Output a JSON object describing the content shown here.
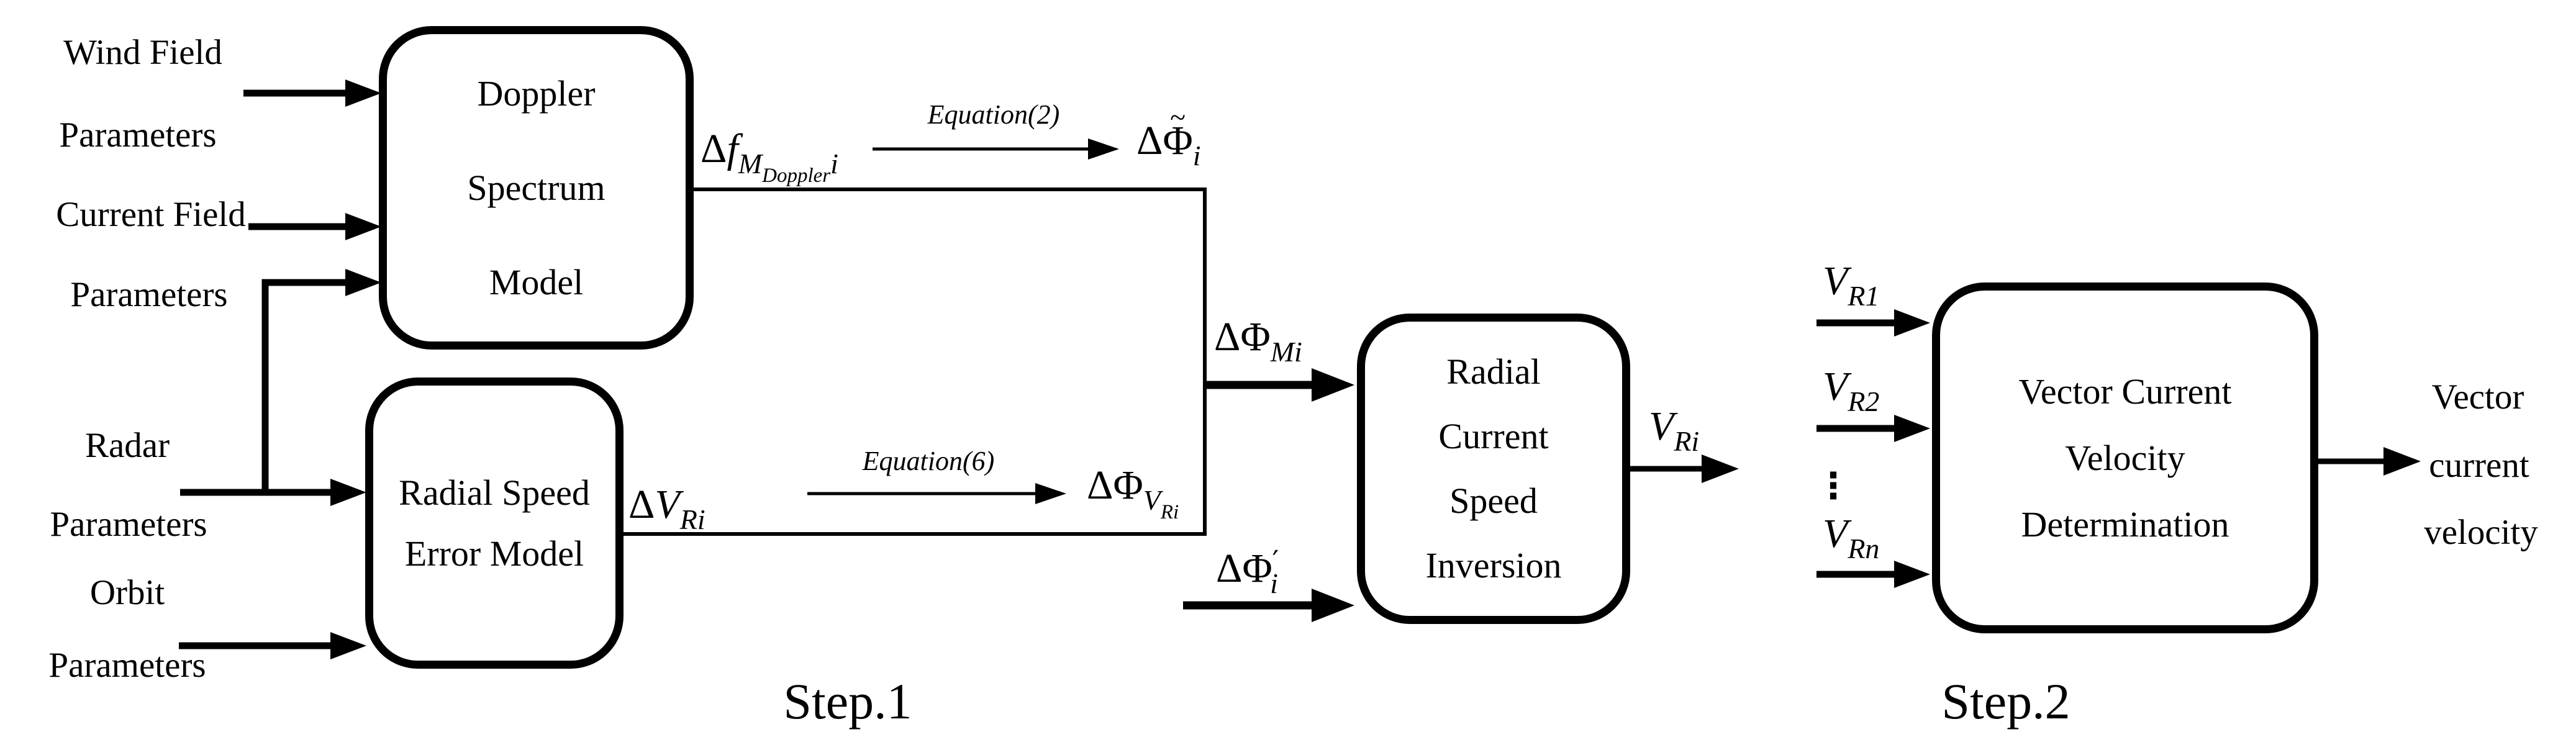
{
  "labels": {
    "wind": {
      "line1": "Wind Field",
      "line2": "Parameters"
    },
    "current": {
      "line1": "Current Field",
      "line2": "Parameters"
    },
    "radar": {
      "line1": "Radar",
      "line2": "Parameters"
    },
    "orbit": {
      "line1": "Orbit",
      "line2": "Parameters"
    }
  },
  "boxes": {
    "doppler": {
      "lines": [
        "Doppler",
        "Spectrum",
        "Model"
      ]
    },
    "radial_error": {
      "lines": [
        "Radial Speed",
        "Error Model"
      ]
    },
    "inversion": {
      "lines": [
        "Radial",
        "Current",
        "Speed",
        "Inversion"
      ]
    },
    "vector": {
      "lines": [
        "Vector Current",
        "Velocity",
        "Determination"
      ]
    }
  },
  "math": {
    "eq2_label": "Equation(2)",
    "eq6_label": "Equation(6)",
    "delta_f": {
      "d": "Δ",
      "f": "f",
      "m": "M",
      "dop": "Doppler",
      "i": "i"
    },
    "phi_tilde": {
      "d": "Δ",
      "phi": "Φ",
      "tilde": "~",
      "i": "i"
    },
    "dv": {
      "d": "Δ",
      "v": "V",
      "sub": "Ri"
    },
    "phi_v": {
      "d": "Δ",
      "phi": "Φ",
      "sub": "V",
      "subsub": "Ri"
    },
    "phi_m": {
      "d": "Δ",
      "phi": "Φ",
      "sub": "Mi"
    },
    "phi_prime": {
      "d": "Δ",
      "phi": "Φ",
      "prime": "′",
      "sub": "i"
    },
    "v_ri": {
      "v": "V",
      "sub": "Ri"
    },
    "v_r1": {
      "v": "V",
      "sub": "R1"
    },
    "v_r2": {
      "v": "V",
      "sub": "R2"
    },
    "v_rn": {
      "v": "V",
      "sub": "Rn"
    },
    "dots": "⋮"
  },
  "outputs": {
    "vector_velocity": [
      "Vector",
      "current",
      "velocity"
    ]
  },
  "steps": {
    "step1": "Step.1",
    "step2": "Step.2"
  },
  "colors": {
    "ink": "#000000",
    "background": "#ffffff"
  }
}
